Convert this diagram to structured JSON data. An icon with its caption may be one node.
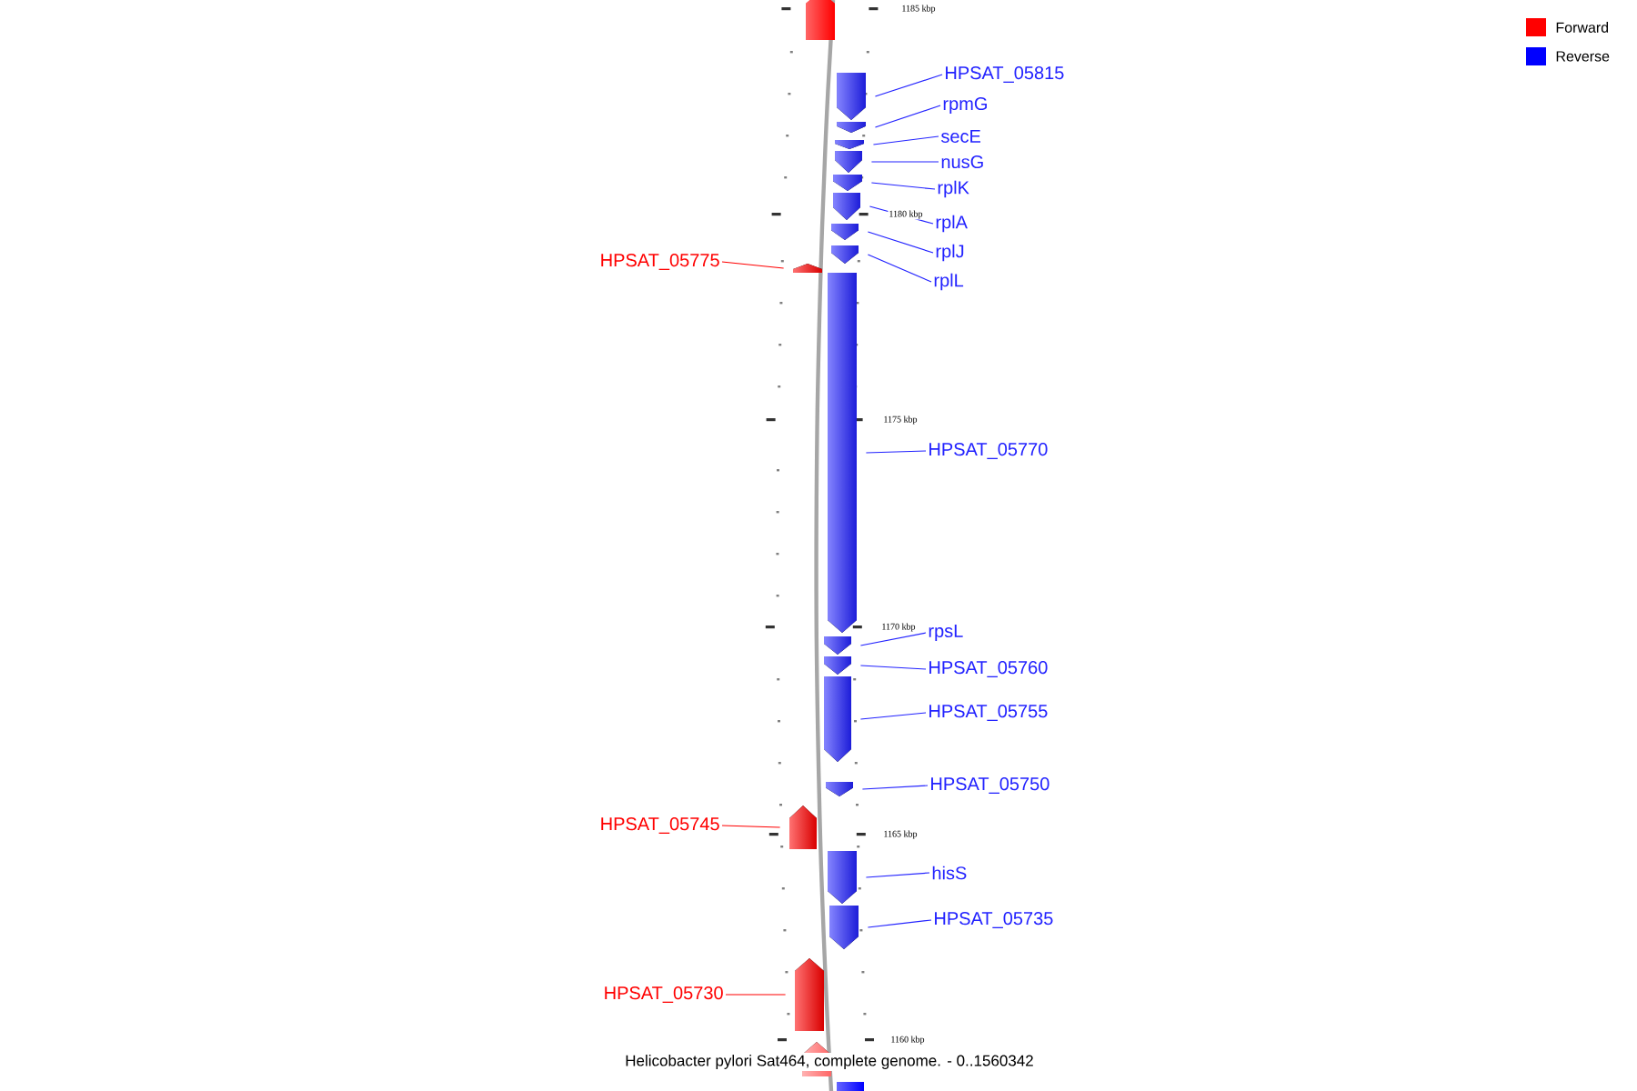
{
  "diagram": {
    "caption": "Helicobacter pylori Sat464, complete genome. - 0..1560342",
    "nodes": [
      {
        "text": [
          "HPSAT_05815"
        ]
      },
      {
        "text": [],
        "shape": "arrow"
      },
      {
        "text": [
          "rpmG"
        ]
      },
      {
        "text": [],
        "shape": "arrow"
      },
      {
        "text": [
          "secE"
        ]
      },
      {
        "text": [],
        "shape": "arrow"
      },
      {
        "text": [
          "nusG"
        ]
      },
      {
        "text": [],
        "shape": "arrow"
      },
      {
        "text": [
          "rplK"
        ]
      },
      {
        "text": [],
        "shape": "arrow"
      },
      {
        "text": [
          "rplA"
        ]
      },
      {
        "text": [],
        "shape": "arrow"
      },
      {
        "text": [
          "rplJ"
        ]
      },
      {
        "text": [],
        "shape": "arrow"
      },
      {
        "text": [
          "rplL"
        ]
      },
      {
        "text": [],
        "shape": "arrow"
      },
      {
        "text": [
          "HPSAT_05775"
        ]
      },
      {
        "text": [],
        "shape": "arrow"
      },
      {
        "text": [
          "HPSAT_05770"
        ]
      },
      {
        "text": [],
        "shape": "arrow"
      },
      {
        "text": [
          "rpsL"
        ]
      },
      {
        "text": [],
        "shape": "arrow"
      },
      {
        "text": [
          "HPSAT_05760"
        ]
      },
      {
        "text": [],
        "shape": "arrow"
      },
      {
        "text": [
          "HPSAT_05755"
        ]
      },
      {
        "text": [],
        "shape": "arrow"
      },
      {
        "text": [
          "HPSAT_05750"
        ]
      },
      {
        "text": [],
        "shape": "arrow"
      },
      {
        "text": [
          "HPSAT_05745"
        ]
      },
      {
        "text": [],
        "shape": "arrow"
      },
      {
        "text": [
          "hisS"
        ]
      },
      {
        "text": [],
        "shape": "arrow"
      },
      {
        "text": [
          "HPSAT_05735"
        ]
      },
      {
        "text": [],
        "shape": "arrow"
      },
      {
        "text": [
          "HPSAT_05730"
        ]
      },
      {
        "text": [],
        "shape": "arrow"
      }
    ],
    "edges": [
      {
        "from": 0,
        "to": 1,
        "arrow": "none"
      },
      {
        "from": 2,
        "to": 3,
        "arrow": "none"
      },
      {
        "from": 4,
        "to": 5,
        "arrow": "none"
      },
      {
        "from": 6,
        "to": 7,
        "arrow": "none"
      },
      {
        "from": 8,
        "to": 9,
        "arrow": "none"
      },
      {
        "from": 10,
        "to": 11,
        "arrow": "none"
      },
      {
        "from": 12,
        "to": 13,
        "arrow": "none"
      },
      {
        "from": 14,
        "to": 15,
        "arrow": "none"
      },
      {
        "from": 16,
        "to": 17,
        "arrow": "none",
        "color": "#ff0000"
      },
      {
        "from": 18,
        "to": 19,
        "arrow": "none"
      },
      {
        "from": 20,
        "to": 21,
        "arrow": "none"
      },
      {
        "from": 22,
        "to": 23,
        "arrow": "none"
      },
      {
        "from": 24,
        "to": 25,
        "arrow": "none"
      },
      {
        "from": 26,
        "to": 27,
        "arrow": "none"
      },
      {
        "from": 28,
        "to": 29,
        "arrow": "none",
        "color": "#ff0000"
      },
      {
        "from": 30,
        "to": 31,
        "arrow": "none"
      },
      {
        "from": 32,
        "to": 33,
        "arrow": "none"
      },
      {
        "from": 34,
        "to": 35,
        "arrow": "none",
        "color": "#ff0000"
      }
    ],
    "labels": [
      "1185 kbp",
      "1180 kbp",
      "1175 kbp",
      "1170 kbp",
      "1165 kbp",
      "1160 kbp"
    ],
    "legend": [
      {
        "text": "Forward",
        "color": "#ff0000"
      },
      {
        "text": "Reverse",
        "color": "#0000ff"
      }
    ]
  }
}
